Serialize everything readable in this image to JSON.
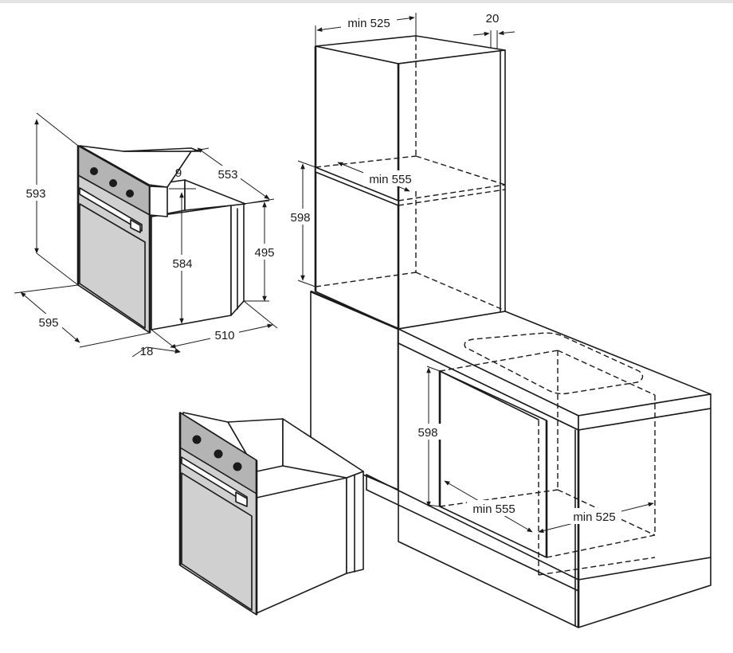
{
  "labels": {
    "oven_height": "593",
    "oven_width": "595",
    "oven_depth_total": "553",
    "panel_offset": "9",
    "body_height": "584",
    "body_height_side": "495",
    "body_depth": "510",
    "door_thickness": "18",
    "tall_niche_width": "min 525",
    "tall_gap": "20",
    "tall_niche_depth": "min 555",
    "tall_niche_height": "598",
    "under_niche_height": "598",
    "under_niche_depth": "min 555",
    "under_niche_width": "min 525"
  }
}
